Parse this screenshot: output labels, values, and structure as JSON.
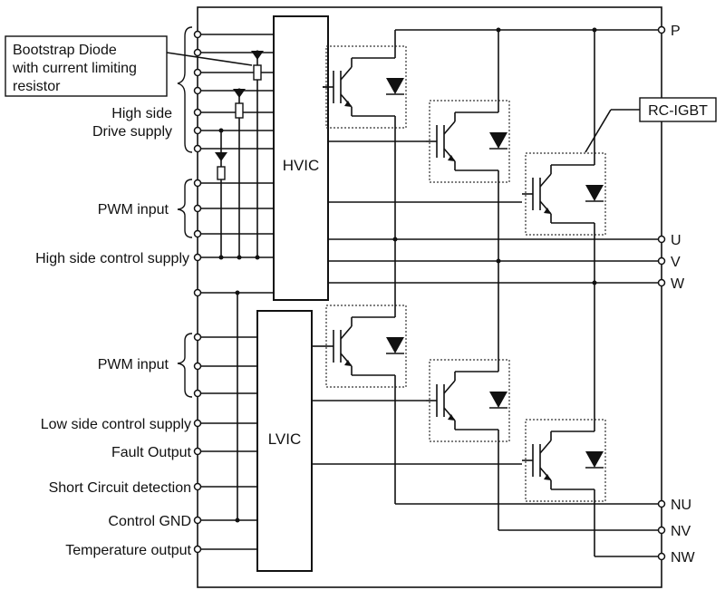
{
  "blocks": {
    "hvic": "HVIC",
    "lvic": "LVIC"
  },
  "callouts": {
    "bootstrap": [
      "Bootstrap Diode",
      "with current limiting",
      "resistor"
    ],
    "rc_igbt": "RC-IGBT"
  },
  "left_labels": {
    "high_side_drive": [
      "High side",
      "Drive supply"
    ],
    "pwm_high": "PWM input",
    "high_side_control": "High side control supply",
    "pwm_low": "PWM input",
    "low_side_control": "Low side control supply",
    "fault": "Fault Output",
    "short_circuit": "Short Circuit detection",
    "control_gnd": "Control GND",
    "temperature": "Temperature output"
  },
  "right_terminals": {
    "p": "P",
    "u": "U",
    "v": "V",
    "w": "W",
    "nu": "NU",
    "nv": "NV",
    "nw": "NW"
  }
}
